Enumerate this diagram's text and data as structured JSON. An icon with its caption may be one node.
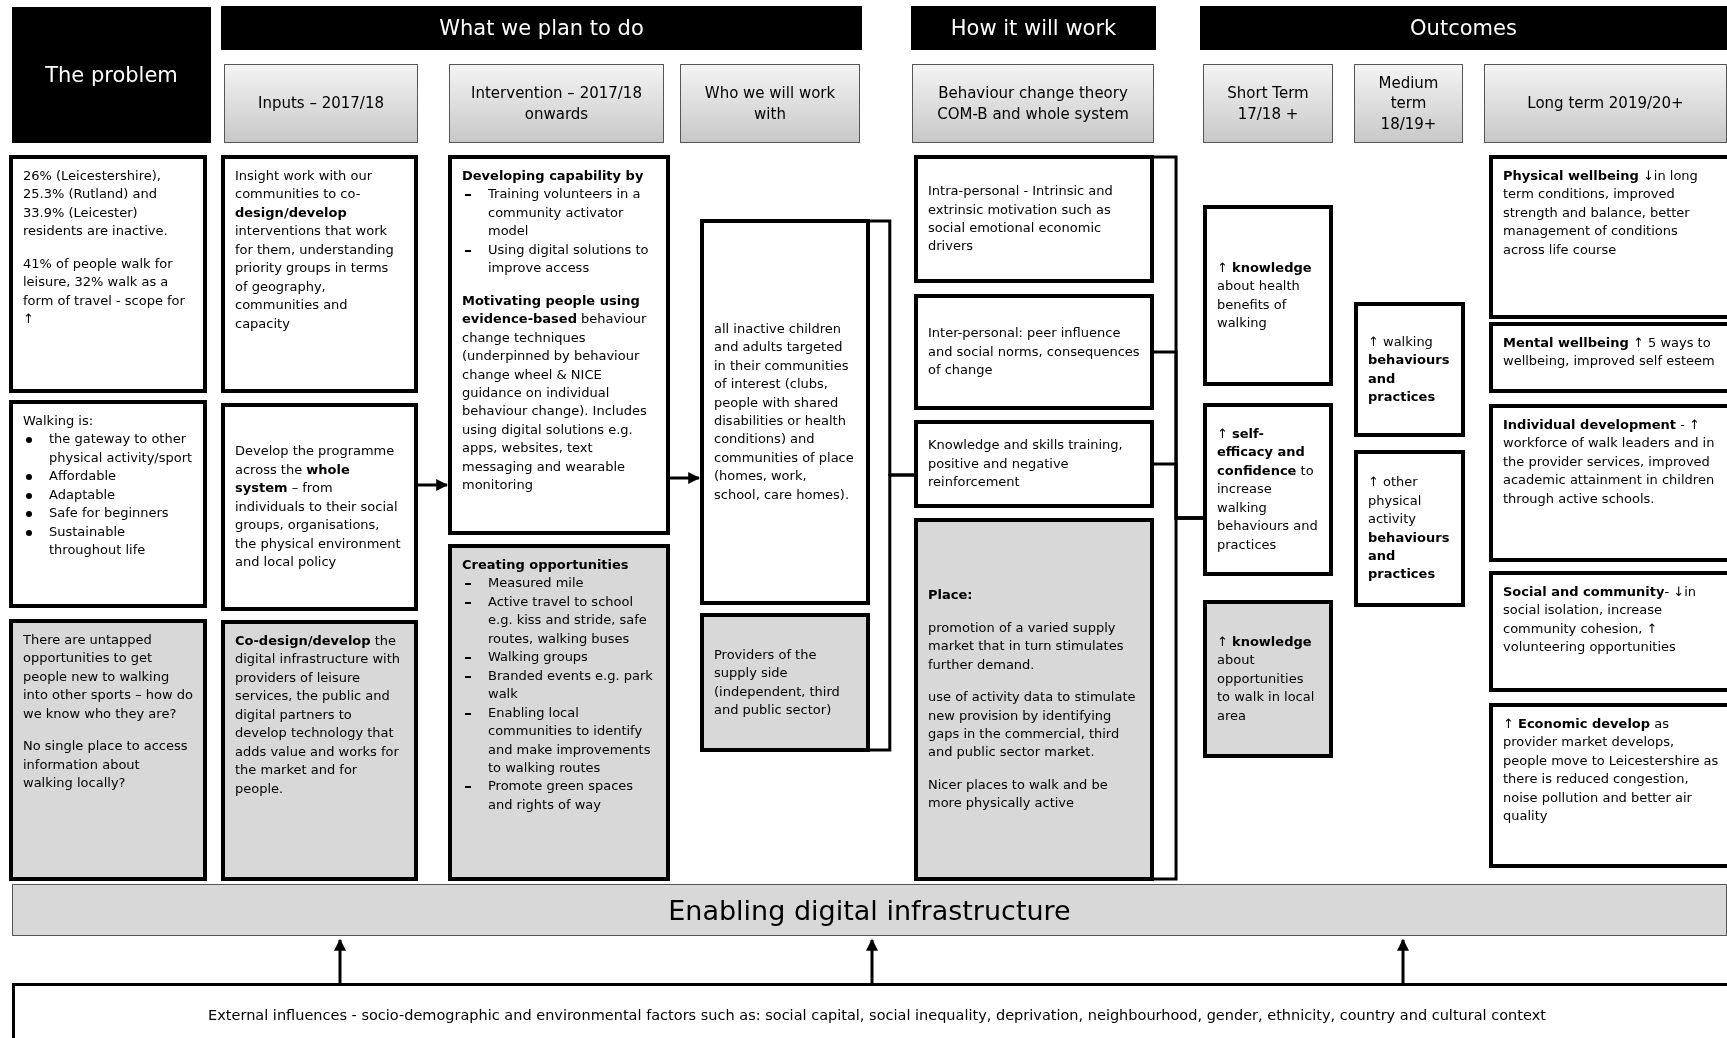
{
  "diagram": {
    "nodes": [
      {
        "text": [
          "The problem"
        ]
      },
      {
        "text": [
          "What we plan to do"
        ]
      },
      {
        "text": [
          "How it will work"
        ]
      },
      {
        "text": [
          "Outcomes"
        ]
      },
      {
        "text": [
          "Inputs – 2017/18"
        ]
      },
      {
        "text": [
          "Intervention – 2017/18 onwards"
        ]
      },
      {
        "text": [
          "Who we will work with"
        ]
      },
      {
        "text": [
          "Behaviour change theory COM-B  and whole system"
        ]
      },
      {
        "text": [
          "Short Term 17/18 +"
        ]
      },
      {
        "text": [
          "Medium term 18/19+"
        ]
      },
      {
        "text": [
          "Long term 2019/20+"
        ]
      },
      {
        "text": [
          "26% (Leicestershire), 25.3% (Rutland) and 33.9% (Leicester) residents are inactive.",
          "41% of people walk for leisure, 32% walk as a form of travel - scope for ↑"
        ]
      },
      {
        "text": [
          "Walking is:",
          "the gateway to other physical activity/sport",
          "Affordable",
          "Adaptable",
          "Safe for beginners",
          "Sustainable throughout life"
        ]
      },
      {
        "text": [
          "There are untapped opportunities to get people new to walking into other sports – how do we know who they are?",
          "No single place  to access information about walking locally?"
        ]
      },
      {
        "text": [
          "Insight work with our communities to co-**design/develop** interventions that work for them, understanding priority groups in terms of geography, communities and capacity"
        ]
      },
      {
        "text": [
          "Develop the programme across the **whole system** – from individuals to their social groups, organisations, the physical environment and local policy"
        ]
      },
      {
        "text": [
          "**Co-design/develop** the digital infrastructure with providers of leisure services, the public and digital partners to develop technology that adds value and works for the market and for people."
        ]
      },
      {
        "text": [
          "Developing capability by",
          "Training volunteers in a community activator model",
          "Using digital solutions to improve access",
          "**Motivating people using evidence-based** behaviour change techniques (underpinned by behaviour change wheel & NICE guidance on individual behaviour change).  Includes using digital solutions e.g. apps, websites, text messaging and wearable monitoring"
        ]
      },
      {
        "text": [
          "Creating opportunities",
          "Measured mile",
          "Active travel to school e.g. kiss and stride, safe routes, walking buses",
          "Walking groups",
          "Branded events e.g. park walk",
          "Enabling local communities to identify and make improvements to walking routes",
          "Promote green spaces and rights of way"
        ]
      },
      {
        "text": [
          "all inactive children and adults targeted in their communities of interest (clubs, people with shared disabilities or health conditions) and communities of place (homes, work, school, care homes)."
        ]
      },
      {
        "text": [
          "Providers of the supply side (independent, third and public sector)"
        ]
      },
      {
        "text": [
          "Intra-personal - Intrinsic and extrinsic motivation such as social emotional economic drivers"
        ]
      },
      {
        "text": [
          "Inter-personal: peer influence and social norms, consequences of change"
        ]
      },
      {
        "text": [
          "Knowledge and skills training, positive and negative reinforcement"
        ]
      },
      {
        "text": [
          "Place:",
          "promotion of a varied supply market that in turn stimulates further demand.",
          "use of activity data to stimulate new provision by identifying gaps in the commercial, third and public sector market.",
          "Nicer places to walk and be more physically active"
        ]
      },
      {
        "text": [
          "↑ **knowledge** about health benefits of walking"
        ]
      },
      {
        "text": [
          "↑ **self-efficacy and confidence** to increase walking behaviours and practices"
        ]
      },
      {
        "text": [
          "↑ **knowledge** about opportunities to walk in local area"
        ]
      },
      {
        "text": [
          "↑ walking **behaviours and practices**"
        ]
      },
      {
        "text": [
          "↑ other physical activity **behaviours and practices**"
        ]
      },
      {
        "text": [
          "**Physical wellbeing** ↓in long term conditions, improved strength and balance, better management of conditions across life course"
        ]
      },
      {
        "text": [
          "**Mental wellbeing** ↑ 5 ways to wellbeing, improved self esteem"
        ]
      },
      {
        "text": [
          "**Individual development** - ↑ workforce of walk leaders and in the provider services, improved academic attainment in children through active schools."
        ]
      },
      {
        "text": [
          "**Social and community**- ↓in social isolation, increase community cohesion, ↑ volunteering opportunities"
        ]
      },
      {
        "text": [
          "↑ **Economic develop** as provider market develops, people move to Leicestershire as there is reduced congestion, noise pollution and better air quality"
        ]
      },
      {
        "text": [
          "Enabling digital infrastructure"
        ]
      },
      {
        "text": [
          "External influences - socio-demographic and environmental factors such as: social capital, social inequality, deprivation, neighbourhood, gender, ethnicity, country and cultural context"
        ]
      }
    ],
    "edges": [
      {
        "from": 15,
        "to": 17,
        "arrow": "to"
      },
      {
        "from": 17,
        "to": 19,
        "arrow": "to"
      },
      {
        "from": 19,
        "to": 23,
        "arrow": "none"
      },
      {
        "from": 20,
        "to": 23,
        "arrow": "none"
      },
      {
        "from": 21,
        "to": 26,
        "arrow": "none"
      },
      {
        "from": 22,
        "to": 26,
        "arrow": "none"
      },
      {
        "from": 23,
        "to": 26,
        "arrow": "none"
      },
      {
        "from": 24,
        "to": 26,
        "arrow": "none"
      },
      {
        "from": 36,
        "to": 35,
        "arrow": "to"
      },
      {
        "from": 36,
        "to": 35,
        "arrow": "to"
      },
      {
        "from": 36,
        "to": 35,
        "arrow": "to"
      }
    ]
  }
}
